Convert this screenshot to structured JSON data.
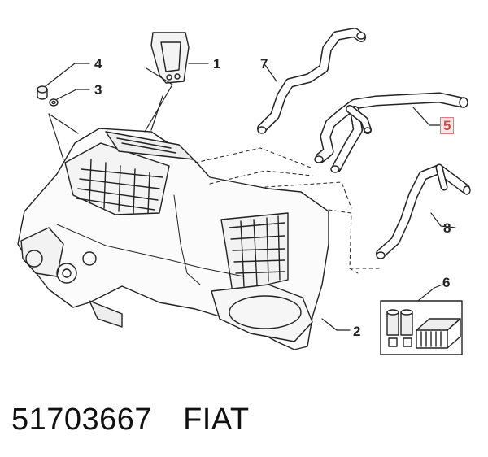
{
  "callouts": {
    "c1": "1",
    "c2": "2",
    "c3": "3",
    "c4": "4",
    "c5": "5",
    "c6": "6",
    "c7": "7",
    "c8": "8"
  },
  "highlight_color": "#d04848",
  "caption": {
    "part_number": "51703667",
    "brand": "FIAT"
  }
}
